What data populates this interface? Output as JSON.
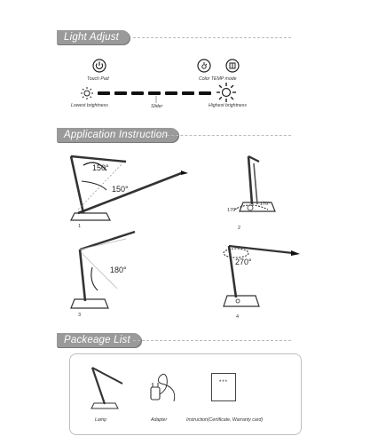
{
  "sections": {
    "light_adjust": "Light  Adjust",
    "application": "Application Instruction",
    "package": "Packeage List"
  },
  "light_adjust": {
    "touch_pad": "Touch Pad",
    "color_temp": "Color TEMP mode",
    "lowest": "Lowest  brightness",
    "slider": "Slider",
    "highest": "Highest brightness"
  },
  "application": {
    "step1": {
      "num": "1",
      "angle_a": "150°",
      "angle_b": "150°"
    },
    "step2": {
      "num": "2",
      "angle_a": "170°",
      "angle_b": "170°"
    },
    "step3": {
      "num": "3",
      "angle": "180°"
    },
    "step4": {
      "num": "4",
      "angle": "270°"
    }
  },
  "package": {
    "lamp": "Lamp",
    "adapter": "Adapter",
    "instruction": "Instruction(Certificate, Warranty card)",
    "card_mark": "***"
  }
}
